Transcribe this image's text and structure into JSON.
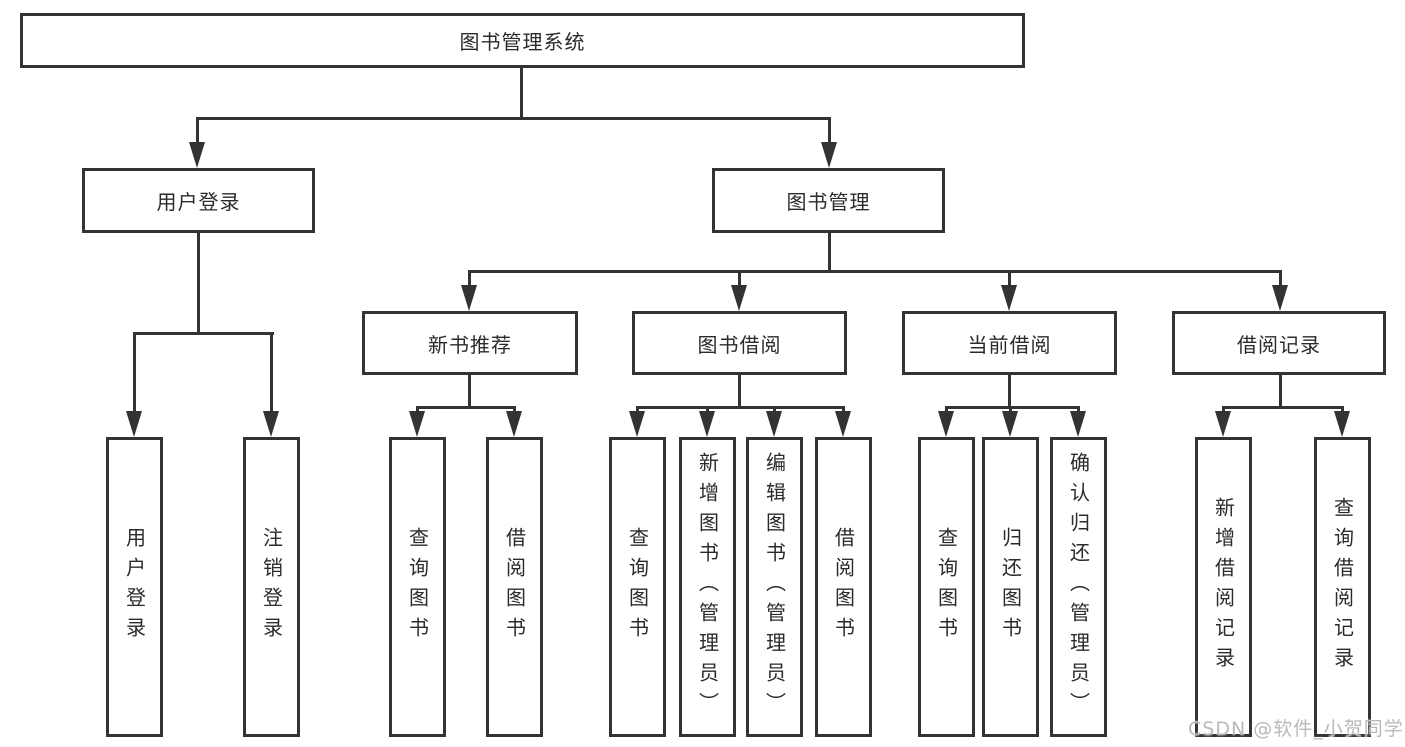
{
  "colors": {
    "line": "#333333",
    "text": "#2b2b2b",
    "background": "#ffffff",
    "watermark": "#b9b9b9"
  },
  "watermark": {
    "text": "CSDN @软件_小贺同学"
  },
  "tree": {
    "label": "图书管理系统",
    "children": [
      {
        "label": "用户登录",
        "children": [
          {
            "label": "用户登录"
          },
          {
            "label": "注销登录"
          }
        ]
      },
      {
        "label": "图书管理",
        "children": [
          {
            "label": "新书推荐",
            "children": [
              {
                "label": "查询图书"
              },
              {
                "label": "借阅图书"
              }
            ]
          },
          {
            "label": "图书借阅",
            "children": [
              {
                "label": "查询图书"
              },
              {
                "label": "新增图书（管理员）"
              },
              {
                "label": "编辑图书（管理员）"
              },
              {
                "label": "借阅图书"
              }
            ]
          },
          {
            "label": "当前借阅",
            "children": [
              {
                "label": "查询图书"
              },
              {
                "label": "归还图书"
              },
              {
                "label": "确认归还（管理员）"
              }
            ]
          },
          {
            "label": "借阅记录",
            "children": [
              {
                "label": "新增借阅记录"
              },
              {
                "label": "查询借阅记录"
              }
            ]
          }
        ]
      }
    ]
  }
}
